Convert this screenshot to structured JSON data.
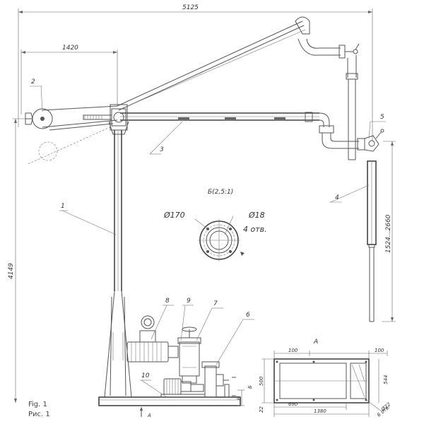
{
  "dimensions": {
    "total_width": "5125",
    "reach": "1420",
    "height": "4149",
    "telescope_range": "1524...2660",
    "flange_diameter": "Ø170",
    "hole_diameter": "Ø18",
    "hole_count": "4 отв.",
    "detail_label": "Б(2,5:1)",
    "view_label": "А",
    "section_mark_a": "А",
    "section_mark_b": "Б",
    "base_height_mark": "H"
  },
  "base_plan": {
    "top_left": "100",
    "top_right": "100",
    "left_height": "500",
    "bottom_left": "22",
    "right_height": "544",
    "inner_width": "690",
    "total_width": "1380",
    "hole_callout": "Ø22",
    "hole_callout_count": "6 отв."
  },
  "callouts": [
    "1",
    "2",
    "3",
    "4",
    "5",
    "6",
    "7",
    "8",
    "9",
    "10"
  ],
  "captions": {
    "english": "Fig. 1",
    "russian": "Рис. 1"
  }
}
